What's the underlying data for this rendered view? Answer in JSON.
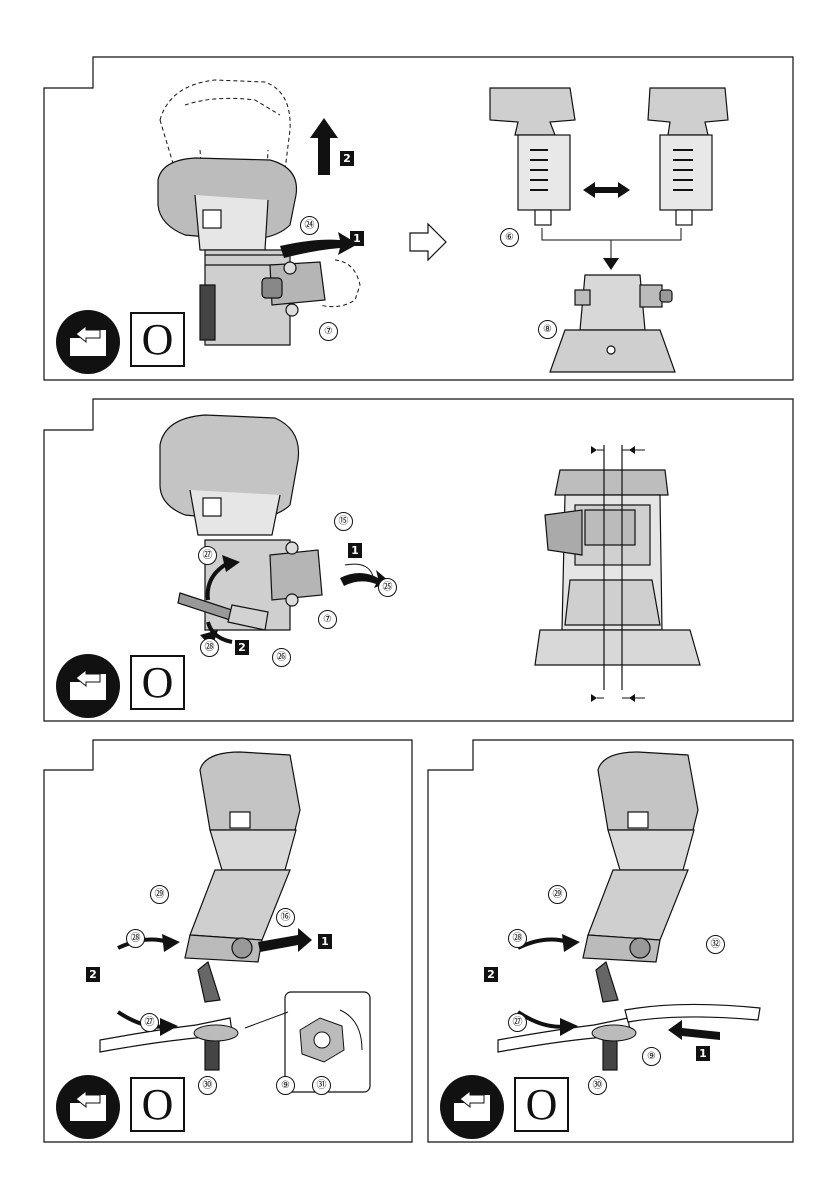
{
  "figures": [
    {
      "callouts": [
        "㉔",
        "⑦",
        "⑥",
        "⑧"
      ],
      "steps": [
        "1",
        "2"
      ],
      "mode_symbol": "O",
      "icons": [
        "battery-removal-icon",
        "arrow-right-outline-icon",
        "double-arrow-icon"
      ]
    },
    {
      "callouts": [
        "⑮",
        "㉗",
        "㉕",
        "⑦",
        "㉖",
        "㉘"
      ],
      "steps": [
        "1",
        "2"
      ],
      "mode_symbol": "O",
      "icons": [
        "battery-removal-icon",
        "rotate-arrow-icon"
      ]
    },
    {
      "callouts": [
        "㉙",
        "⑯",
        "㉘",
        "㉗",
        "㉚",
        "⑨",
        "㉛"
      ],
      "steps": [
        "1",
        "2"
      ],
      "mode_symbol": "O",
      "icons": [
        "battery-removal-icon",
        "wrench-icon",
        "lock-nut-detail-icon"
      ]
    },
    {
      "callouts": [
        "㉙",
        "㉜",
        "㉘",
        "㉗",
        "⑨",
        "㉚"
      ],
      "steps": [
        "1",
        "2"
      ],
      "mode_symbol": "O",
      "icons": [
        "battery-removal-icon",
        "wrench-icon",
        "shaft-lock-wrench-icon"
      ]
    }
  ]
}
